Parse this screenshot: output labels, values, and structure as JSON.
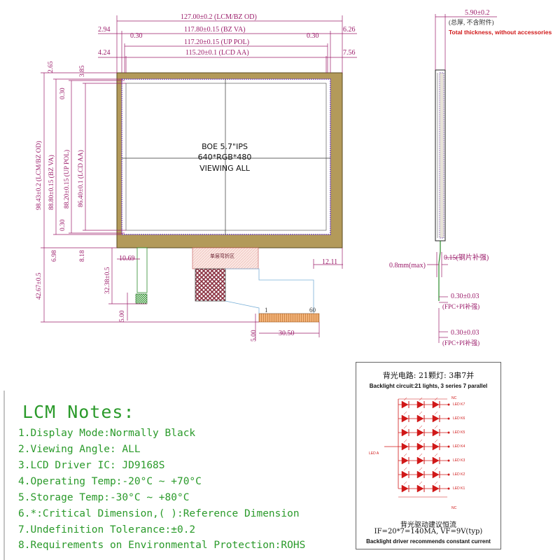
{
  "front_view": {
    "center_text": [
      "BOE 5.7\"IPS",
      "640*RGB*480",
      "VIEWING ALL"
    ],
    "fpc_label": "单层弯折区",
    "fpc_pin_first": "1",
    "fpc_pin_last": "60",
    "horizontal_dims": {
      "lcm_od": "127.00±0.2 (LCM/BZ OD)",
      "left_294": "2.94",
      "bz_va": "117.80±0.15 (BZ VA)",
      "right_626": "6.26",
      "left_030": "0.30",
      "right_030": "0.30",
      "up_pol": "117.20±0.15 (UP POL)",
      "left_424": "4.24",
      "lcd_aa": "115.20±0.1 (LCD AA)",
      "right_756": "7.56",
      "d_1069": "10.69",
      "d_1211": "12.11",
      "d_3050": "30.50"
    },
    "vertical_dims": {
      "d_265": "2.65",
      "d_385": "3.85",
      "top_030": "0.30",
      "bot_030": "0.30",
      "lcm_od": "98.43±0.2 (LCM/BZ OD)",
      "bz_va": "88.80±0.15 (BZ VA)",
      "up_pol": "88.20±0.15 (UP POL)",
      "lcd_aa": "86.40±0.1 (LCD AA)",
      "d_698": "6.98",
      "d_818": "8.18",
      "total_height": "42.67±0.5",
      "d_3238": "32.38±0.5",
      "d_500a": "5.00",
      "d_500b": "5.00"
    }
  },
  "side_view": {
    "thickness": "5.90±0.2",
    "thickness_cn": "(总厚, 不含附件)",
    "thickness_note": "Total thickness, without accessories",
    "stiffener": "0.15(钢片补强)",
    "fpc_max": "0.8mm(max)",
    "fpc_pi_1": "0.30±0.03",
    "fpc_pi_1_note": "(FPC+PI补强)",
    "fpc_pi_2": "0.30±0.03",
    "fpc_pi_2_note": "(FPC+PI补强)"
  },
  "notes": {
    "title": "LCM Notes:",
    "items": [
      "1.Display Mode:Normally Black",
      "2.Viewing Angle: ALL",
      "3.LCD Driver IC: JD9168S",
      "4.Operating Temp:-20°C ~ +70°C",
      "5.Storage Temp:-30°C ~ +80°C",
      "6.*:Critical Dimension,( ):Reference Dimension",
      "7.Undefinition Tolerance:±0.2",
      "8.Requirements on Environmental Protection:ROHS"
    ]
  },
  "backlight": {
    "title_cn": "背光电路: 21颗灯: 3串7并",
    "title_en": "Backlight circuit:21 lights, 3 series  7 parallel",
    "anode": "LED A",
    "vcc": "NC",
    "gnd": "NC",
    "leds": [
      "LED K7",
      "LED K6",
      "LED K5",
      "LED K4",
      "LED K3",
      "LED K2",
      "LED K1"
    ],
    "driver_cn": "背光驱动建议恒流",
    "spec": "IF=20*7=140MA, VF=9V(typ)",
    "driver_en": "Backlight driver recommends constant current"
  },
  "colors": {
    "dimension": "#9b1c6a",
    "bezel": "#b39a5a",
    "notes_green": "#2a9a2a",
    "led_red": "#d01818",
    "fpc_orange": "#f2b37a",
    "fpc_pink": "#f6c6c0"
  }
}
